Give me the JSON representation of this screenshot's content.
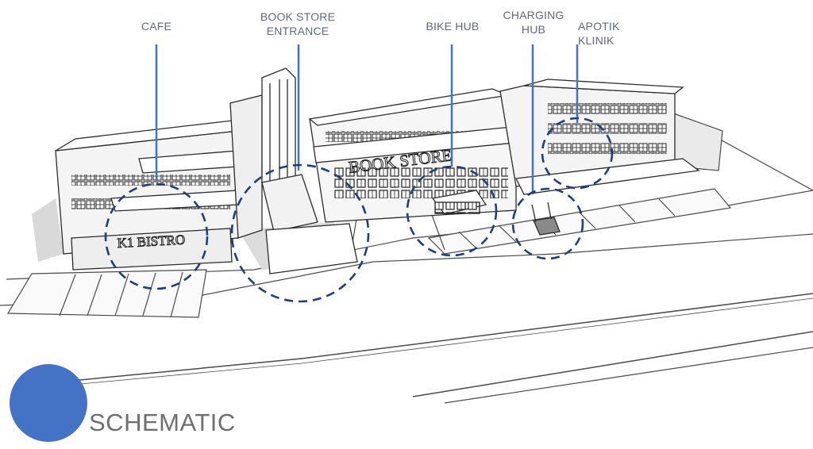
{
  "labels": {
    "cafe": [
      "CAFE"
    ],
    "book_store_entrance": [
      "BOOK STORE",
      "ENTRANCE"
    ],
    "bike_hub": [
      "BIKE HUB"
    ],
    "charging_hub": [
      "CHARGING",
      "HUB"
    ],
    "apotik_klinik": [
      "APOTIK",
      "KLINIK"
    ]
  },
  "signage": {
    "book_store": "BOOK STORE",
    "bistro": "K1 BISTRO"
  },
  "footer": {
    "title": "SCHEMATIC"
  },
  "colors": {
    "pointer": "#4472c4",
    "marker": "#1f3f7a",
    "label_text": "#5f6a78",
    "title_dot": "#4472c4",
    "sketch": "#3a3a3a"
  }
}
